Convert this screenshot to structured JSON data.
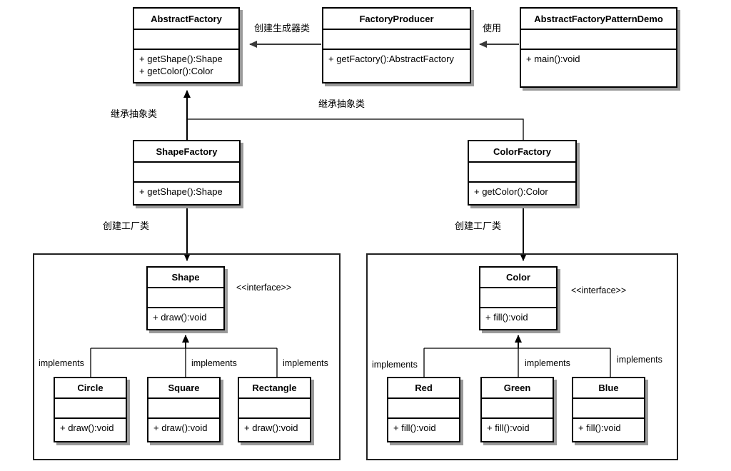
{
  "diagram": {
    "title": "Abstract Factory Pattern UML Class Diagram",
    "stroke_color": "#000000",
    "shadow_color": "#9a9a9a",
    "frame_color": "#222222",
    "background": "#ffffff"
  },
  "classes": {
    "abstract_factory": {
      "name": "AbstractFactory",
      "attributes": [],
      "operations": [
        "+ getShape():Shape",
        "+ getColor():Color"
      ]
    },
    "factory_producer": {
      "name": "FactoryProducer",
      "attributes": [],
      "operations": [
        "+ getFactory():AbstractFactory"
      ]
    },
    "demo": {
      "name": "AbstractFactoryPatternDemo",
      "attributes": [],
      "operations": [
        "+ main():void"
      ]
    },
    "shape_factory": {
      "name": "ShapeFactory",
      "attributes": [],
      "operations": [
        "+ getShape():Shape"
      ]
    },
    "color_factory": {
      "name": "ColorFactory",
      "attributes": [],
      "operations": [
        "+ getColor():Color"
      ]
    },
    "shape": {
      "name": "Shape",
      "attributes": [],
      "operations": [
        "+ draw():void"
      ],
      "stereotype": "<<interface>>"
    },
    "circle": {
      "name": "Circle",
      "attributes": [],
      "operations": [
        "+ draw():void"
      ]
    },
    "square": {
      "name": "Square",
      "attributes": [],
      "operations": [
        "+ draw():void"
      ]
    },
    "rectangle": {
      "name": "Rectangle",
      "attributes": [],
      "operations": [
        "+ draw():void"
      ]
    },
    "color": {
      "name": "Color",
      "attributes": [],
      "operations": [
        "+ fill():void"
      ],
      "stereotype": "<<interface>>"
    },
    "red": {
      "name": "Red",
      "attributes": [],
      "operations": [
        "+ fill():void"
      ]
    },
    "green": {
      "name": "Green",
      "attributes": [],
      "operations": [
        "+ fill():void"
      ]
    },
    "blue": {
      "name": "Blue",
      "attributes": [],
      "operations": [
        "+ fill():void"
      ]
    }
  },
  "relations": {
    "create_builder": "创建生成器类",
    "uses": "使用",
    "extend_abstract_left": "继承抽象类",
    "extend_abstract_right": "继承抽象类",
    "create_factory_left": "创建工厂类",
    "create_factory_right": "创建工厂类",
    "implements_shape_1": "implements",
    "implements_shape_2": "implements",
    "implements_shape_3": "implements",
    "implements_color_1": "implements",
    "implements_color_2": "implements",
    "implements_color_3": "implements"
  }
}
